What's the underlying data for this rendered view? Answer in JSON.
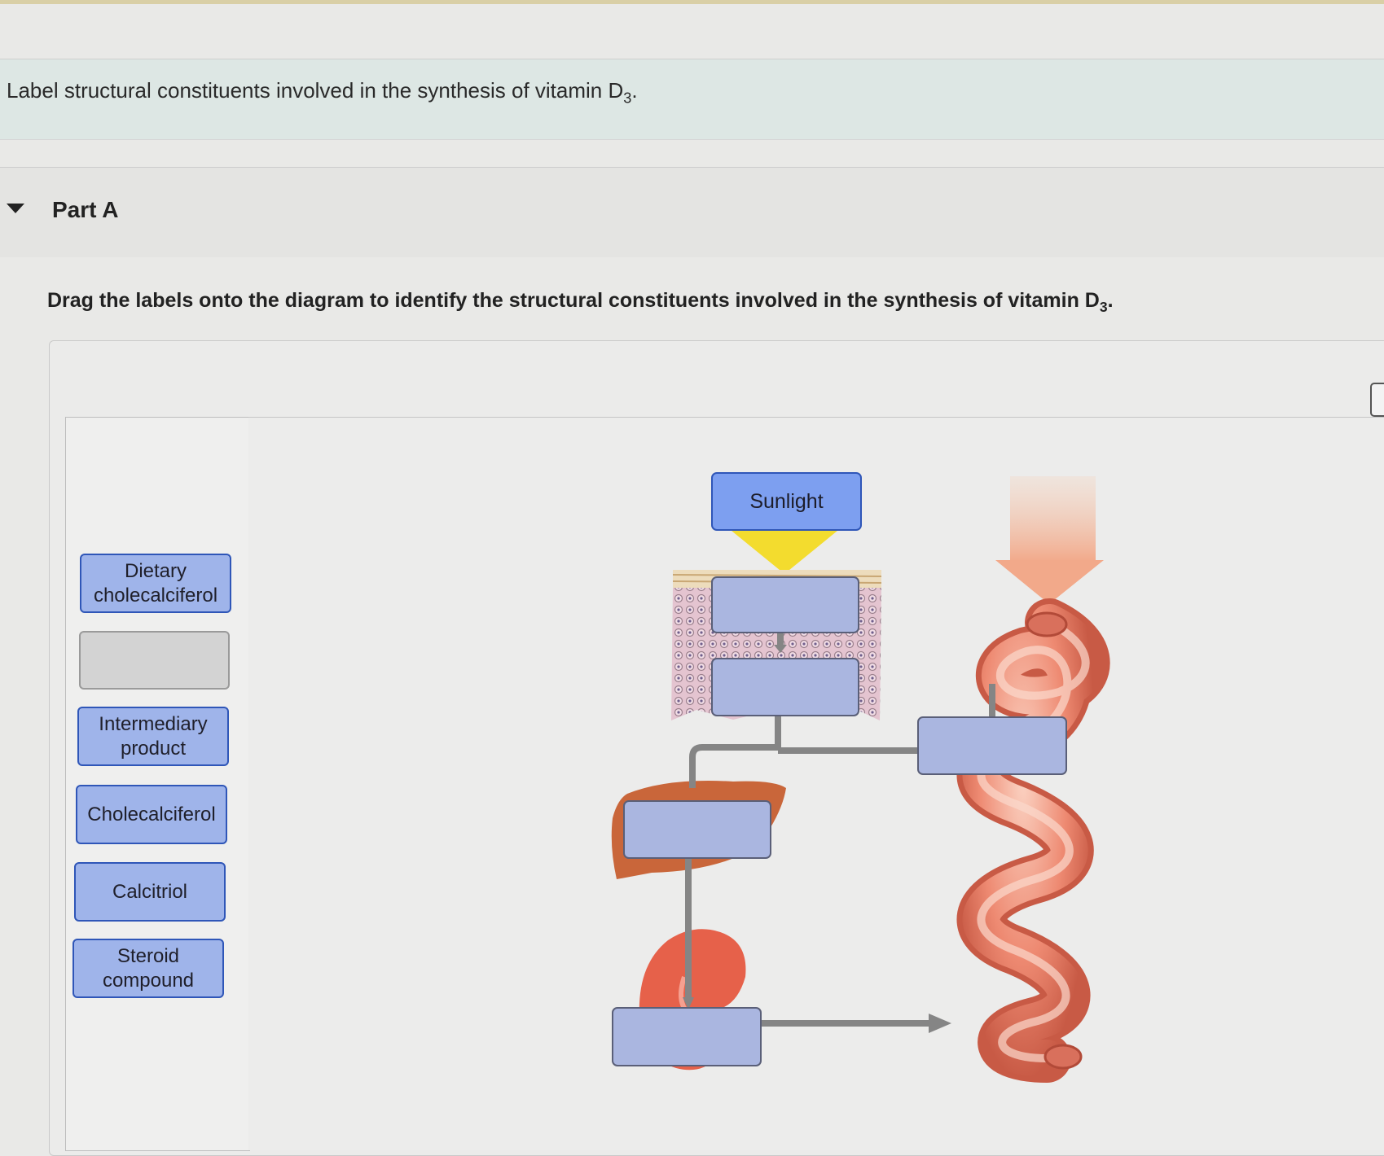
{
  "question": {
    "text": "Label structural constituents involved in the synthesis of vitamin D",
    "sub": "3",
    "suffix": "."
  },
  "part": {
    "title": "Part A"
  },
  "instruction": {
    "text": "Drag the labels onto the diagram to identify the structural constituents involved in the synthesis of vitamin D",
    "sub": "3",
    "suffix": "."
  },
  "labels": [
    {
      "text": "Dietary cholecalciferol"
    },
    {
      "text": ""
    },
    {
      "text": "Intermediary product"
    },
    {
      "text": "Cholecalciferol"
    },
    {
      "text": "Calcitriol"
    },
    {
      "text": "Steroid compound"
    }
  ],
  "diagram": {
    "sunlight_label": "Sunlight",
    "dropzones": [
      "skin-top",
      "skin-bottom",
      "intestine",
      "liver",
      "kidney"
    ]
  },
  "colors": {
    "label_fill": "#9fb4ea",
    "label_border": "#2f56b8",
    "sunlight_fill": "#7d9ff0"
  }
}
